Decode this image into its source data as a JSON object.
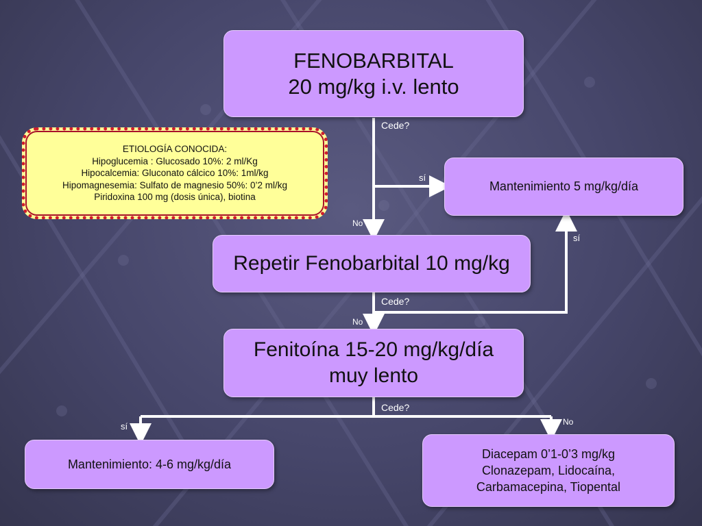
{
  "boxes": {
    "fenobarbital": {
      "line1": "FENOBARBITAL",
      "line2": "20 mg/kg i.v. lento"
    },
    "mantenimiento5": {
      "text": "Mantenimiento 5 mg/kg/día"
    },
    "repetir": {
      "text": "Repetir Fenobarbital 10 mg/kg"
    },
    "fenitoina": {
      "line1": "Fenitoína 15-20 mg/kg/día",
      "line2": "muy lento"
    },
    "mantenimiento46": {
      "text": "Mantenimiento: 4-6 mg/kg/día"
    },
    "diacepam": {
      "line1": "Diacepam 0’1-0’3 mg/kg",
      "line2": "Clonazepam, Lidocaína,",
      "line3": "Carbamacepina, Tiopental"
    }
  },
  "etiologia": {
    "title": "ETIOLOGÍA CONOCIDA:",
    "lines": [
      "Hipoglucemia : Glucosado 10%: 2 ml/Kg",
      "Hipocalcemia: Gluconato cálcico 10%: 1ml/kg",
      "Hipomagnesemia: Sulfato de magnesio 50%: 0’2 ml/kg",
      "Piridoxina 100 mg (dosis única), biotina"
    ]
  },
  "labels": {
    "cede1": "Cede?",
    "si1": "sí",
    "no1": "No",
    "si2": "sí",
    "cede2": "Cede?",
    "no2": "No",
    "cede3": "Cede?",
    "si3": "sí",
    "no3": "No"
  },
  "colors": {
    "box_fill": "#cc99ff",
    "etiologia_fill": "#ffff99",
    "etiologia_border": "#d01c2c",
    "connector": "#ffffff",
    "background": "#46466a"
  }
}
